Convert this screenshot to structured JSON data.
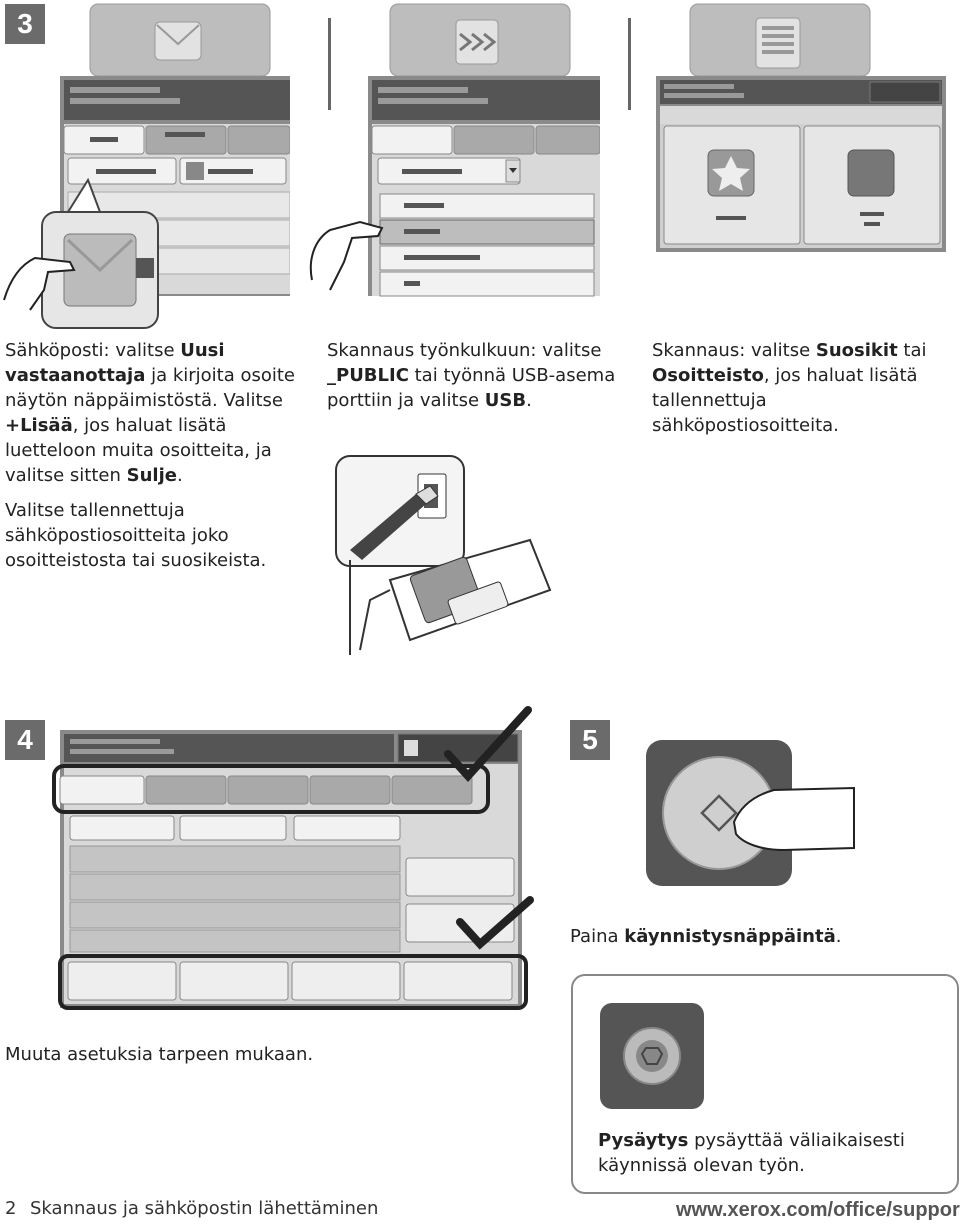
{
  "steps": {
    "s3": "3",
    "s4": "4",
    "s5": "5"
  },
  "col1": {
    "p1": [
      {
        "t": "Sähköposti: valitse ",
        "b": false
      },
      {
        "t": "Uusi vastaanottaja",
        "b": true
      },
      {
        "t": " ja kirjoita osoite näytön näppäimistöstä. Valitse ",
        "b": false
      },
      {
        "t": "+Lisää",
        "b": true
      },
      {
        "t": ", jos haluat lisätä luetteloon muita osoitteita, ja valitse sitten ",
        "b": false
      },
      {
        "t": "Sulje",
        "b": true
      },
      {
        "t": ".",
        "b": false
      }
    ],
    "p2": "Valitse tallennettuja sähköpostiosoitteita joko osoitteistosta tai suosikeista."
  },
  "col2": {
    "p1": [
      {
        "t": "Skannaus työnkulkuun: valitse ",
        "b": false
      },
      {
        "t": "_PUBLIC",
        "b": true
      },
      {
        "t": " tai työnnä USB-asema porttiin ja valitse ",
        "b": false
      },
      {
        "t": "USB",
        "b": true
      },
      {
        "t": ".",
        "b": false
      }
    ]
  },
  "col3": {
    "p1": [
      {
        "t": "Skannaus: valitse ",
        "b": false
      },
      {
        "t": "Suosikit",
        "b": true
      },
      {
        "t": " tai ",
        "b": false
      },
      {
        "t": "Osoitteisto",
        "b": true
      },
      {
        "t": ", jos haluat lisätä tallennettuja sähköpostiosoitteita.",
        "b": false
      }
    ]
  },
  "step4": {
    "caption": "Muuta asetuksia tarpeen mukaan."
  },
  "step5": {
    "caption": [
      {
        "t": "Paina ",
        "b": false
      },
      {
        "t": "käynnistysnäppäintä",
        "b": true
      },
      {
        "t": ".",
        "b": false
      }
    ],
    "note": [
      {
        "t": "Pysäytys",
        "b": true
      },
      {
        "t": " pysäyttää väliaikaisesti käynnissä olevan työn.",
        "b": false
      }
    ]
  },
  "footer": {
    "page_number": "2",
    "section_title": "Skannaus ja sähköpostin lähettäminen",
    "url": "www.xerox.com/office/support"
  }
}
